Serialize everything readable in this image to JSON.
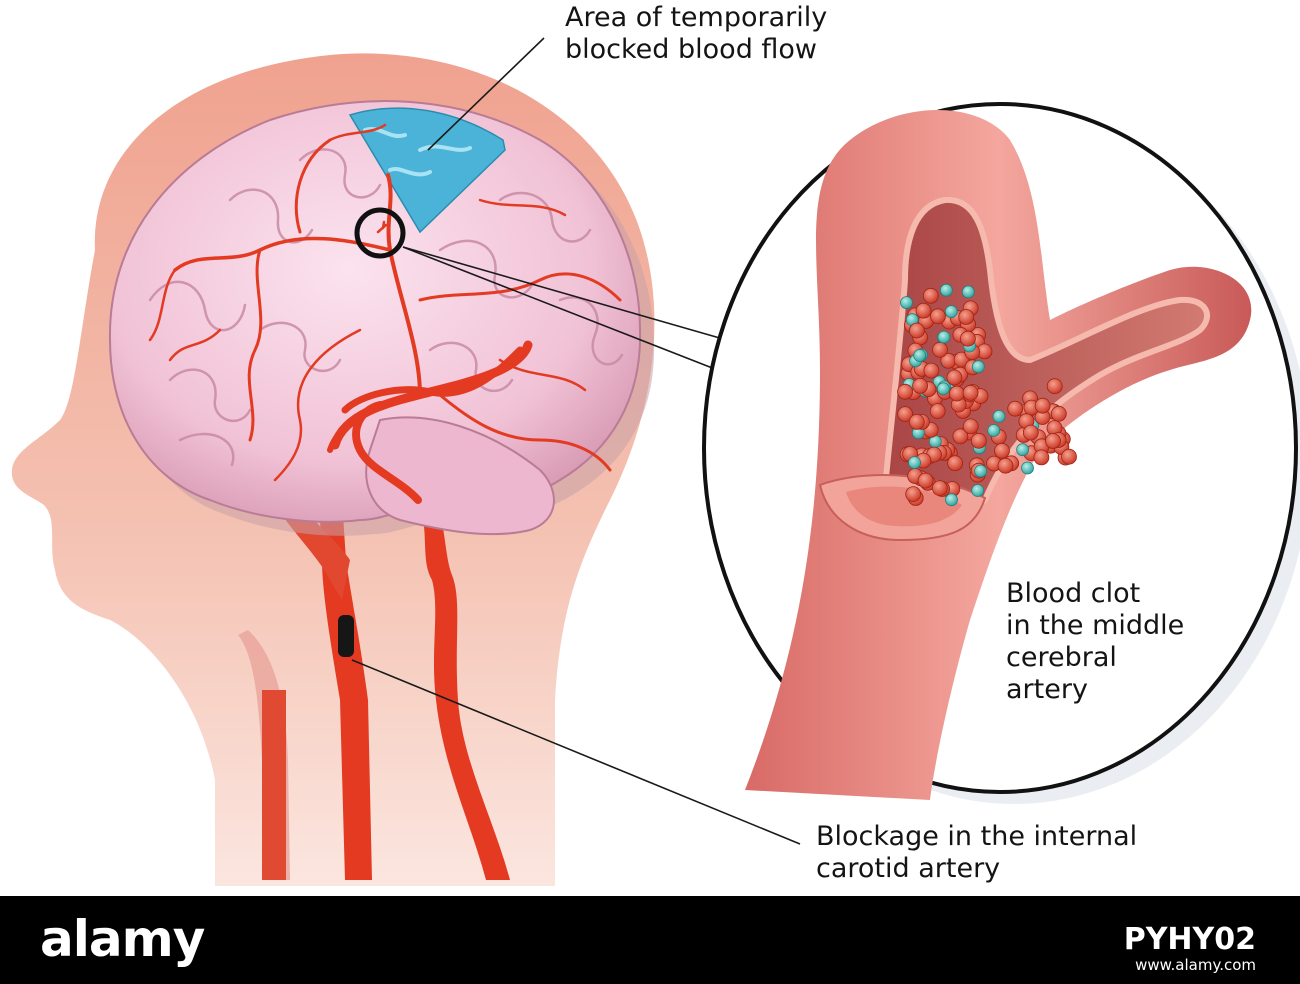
{
  "illustration": {
    "labels": {
      "area": "Area of temporarily\nblocked blood flow",
      "clot": "Blood clot\nin the middle\ncerebral\nartery",
      "blockage": "Blockage in the internal\ncarotid artery"
    }
  },
  "footer": {
    "brand": "alamy",
    "image_id": "PYHY02",
    "url": "www.alamy.com"
  },
  "colors": {
    "skin": "#f2b3a2",
    "brain": "#f0c4d6",
    "artery": "#e43a22",
    "ischemic_area": "#4cb3d8",
    "footer": "#000000"
  }
}
